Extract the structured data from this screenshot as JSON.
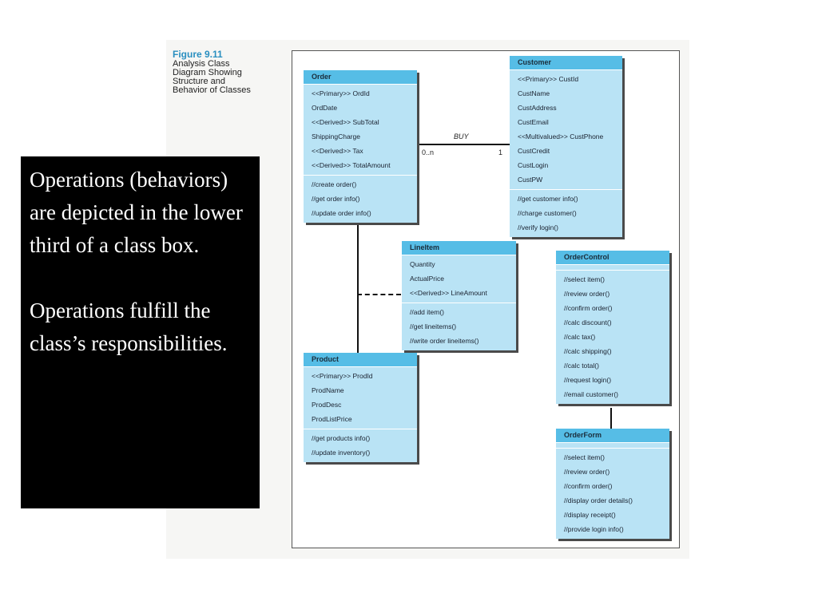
{
  "caption": {
    "figure_number": "Figure 9.11",
    "lines": [
      "Analysis Class",
      "Diagram Showing",
      "Structure and",
      "Behavior of Classes"
    ]
  },
  "callout": {
    "paragraph1": "Operations (behaviors) are depicted in the lower third of a class box.",
    "paragraph2": "Operations fulfill the class’s responsibilities."
  },
  "association": {
    "name": "BUY",
    "order_multiplicity": "0..n",
    "customer_multiplicity": "1"
  },
  "classes": {
    "order": {
      "name": "Order",
      "attributes": [
        "<<Primary>> OrdId",
        "OrdDate",
        "<<Derived>> SubTotal",
        "ShippingCharge",
        "<<Derived>> Tax",
        "<<Derived>> TotalAmount"
      ],
      "operations": [
        "//create order()",
        "//get order info()",
        "//update order info()"
      ]
    },
    "customer": {
      "name": "Customer",
      "attributes": [
        "<<Primary>> CustId",
        "CustName",
        "CustAddress",
        "CustEmail",
        "<<Multivalued>> CustPhone",
        "CustCredit",
        "CustLogin",
        "CustPW"
      ],
      "operations": [
        "//get customer info()",
        "//charge customer()",
        "//verify login()"
      ]
    },
    "lineitem": {
      "name": "LineItem",
      "attributes": [
        "Quantity",
        "ActualPrice",
        "<<Derived>> LineAmount"
      ],
      "operations": [
        "//add item()",
        "//get lineitems()",
        "//write order lineitems()"
      ]
    },
    "product": {
      "name": "Product",
      "attributes": [
        "<<Primary>> ProdId",
        "ProdName",
        "ProdDesc",
        "ProdListPrice"
      ],
      "operations": [
        "//get products info()",
        "//update inventory()"
      ]
    },
    "ordercontrol": {
      "name": "OrderControl",
      "attributes": [],
      "operations": [
        "//select item()",
        "//review order()",
        "//confirm order()",
        "//calc discount()",
        "//calc tax()",
        "//calc shipping()",
        "//calc total()",
        "//request login()",
        "//email customer()"
      ]
    },
    "orderform": {
      "name": "OrderForm",
      "attributes": [],
      "operations": [
        "//select item()",
        "//review order()",
        "//confirm order()",
        "//display order details()",
        "//display receipt()",
        "//provide login info()"
      ]
    }
  },
  "colors": {
    "class_header": "#56bde6",
    "class_body": "#b9e3f5",
    "caption_accent": "#2a8fc0",
    "callout_background": "#000000",
    "callout_text": "#ffffff"
  }
}
